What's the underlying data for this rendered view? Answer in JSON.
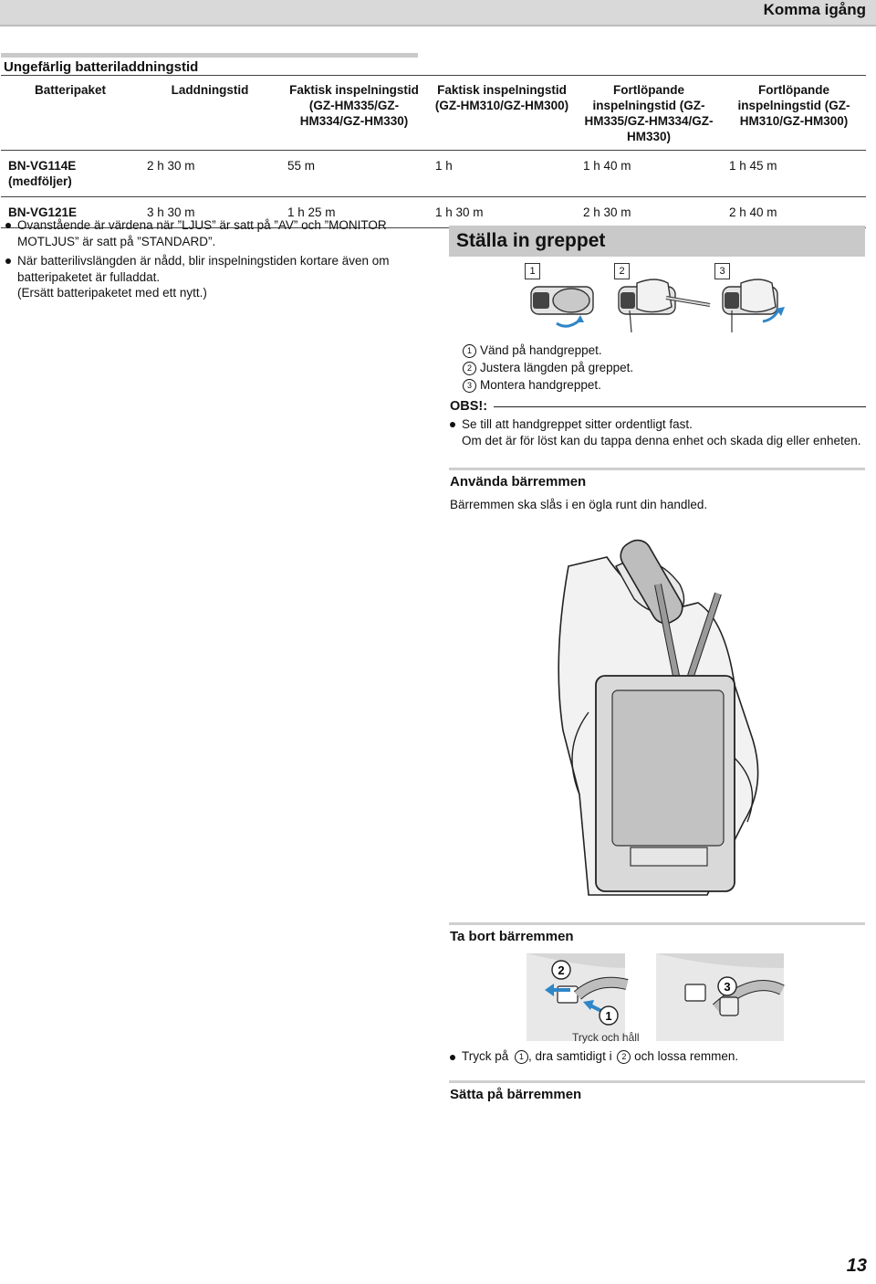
{
  "header": {
    "title": "Komma igång"
  },
  "battery_section": {
    "title": "Ungefärlig batteriladdningstid",
    "columns": [
      "Batteripaket",
      "Laddningstid",
      "Faktisk inspelningstid (GZ-HM335/GZ-HM334/GZ-HM330)",
      "Faktisk inspelningstid (GZ-HM310/GZ-HM300)",
      "Fortlöpande inspelningstid (GZ-HM335/GZ-HM334/GZ-HM330)",
      "Fortlöpande inspelningstid (GZ-HM310/GZ-HM300)"
    ],
    "rows": [
      {
        "name": "BN-VG114E (medföljer)",
        "values": [
          "2 h 30 m",
          "55 m",
          "1 h",
          "1 h 40 m",
          "1 h 45 m"
        ]
      },
      {
        "name": "BN-VG121E",
        "values": [
          "3 h 30 m",
          "1 h 25 m",
          "1 h 30 m",
          "2 h 30 m",
          "2 h 40 m"
        ]
      }
    ],
    "notes": [
      "Ovanstående är värdena när ”LJUS” är satt på ”AV” och ”MONITOR MOTLJUS” är satt på ”STANDARD”.",
      "När batterilivslängden är nådd, blir inspelningstiden kortare även om batteripaketet är fulladdat.",
      "(Ersätt batteripaketet med ett nytt.)"
    ]
  },
  "grip_section": {
    "title": "Ställa in greppet",
    "figure_numbers": [
      "1",
      "2",
      "3"
    ],
    "steps": [
      {
        "num": "1",
        "text": "Vänd på handgreppet."
      },
      {
        "num": "2",
        "text": "Justera längden på greppet."
      },
      {
        "num": "3",
        "text": "Montera handgreppet."
      }
    ],
    "obs_label": "OBS!:",
    "obs_items": [
      "Se till att handgreppet sitter ordentligt fast.",
      "Om det är för löst kan du tappa denna enhet och skada dig eller enheten."
    ]
  },
  "strap_use": {
    "title": "Använda bärremmen",
    "text": "Bärremmen ska slås i en ögla runt din handled."
  },
  "strap_remove": {
    "title": "Ta bort bärremmen",
    "fig_labels": [
      "2",
      "1",
      "3"
    ],
    "caption": "Tryck och håll",
    "instr_a": "Tryck på",
    "instr_b": ", dra samtidigt i",
    "instr_c": "och lossa remmen.",
    "num1": "1",
    "num2": "2"
  },
  "strap_attach": {
    "title": "Sätta på bärremmen"
  },
  "page_number": "13"
}
